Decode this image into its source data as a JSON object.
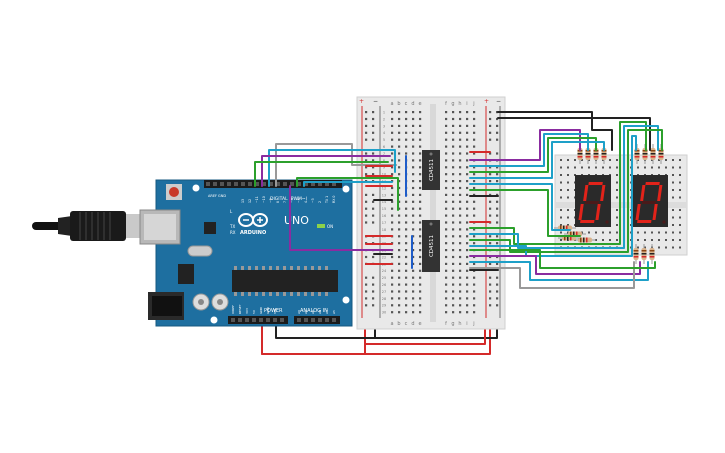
{
  "arduino": {
    "brand": "ARDUINO",
    "model": "UNO",
    "digital_header": "DIGITAL (PWM~)",
    "power_label": "POWER",
    "analog_label": "ANALOG IN",
    "aref_label": "AREF",
    "gnd_label": "GND",
    "tx_label": "TX",
    "rx_label": "RX",
    "l_label": "L",
    "on_label": "ON",
    "power_pins": [
      "IOREF",
      "RESET",
      "3V3",
      "5V",
      "GND",
      "GND",
      "VIN"
    ],
    "analog_pins": [
      "A0",
      "A1",
      "A2",
      "A3",
      "A4",
      "A5"
    ],
    "digital_pins": [
      "13",
      "12",
      "~11",
      "~10",
      "~9",
      "8",
      "7",
      "~6",
      "~5",
      "4",
      "~3",
      "2",
      "TX 1",
      "RX 0"
    ]
  },
  "breadboard_main": {
    "columns_left": [
      "a",
      "b",
      "c",
      "d",
      "e"
    ],
    "columns_right": [
      "f",
      "g",
      "h",
      "i",
      "j"
    ],
    "plus": "+",
    "minus": "−",
    "row_numbers": [
      "1",
      "2",
      "3",
      "4",
      "5",
      "6",
      "7",
      "8",
      "9",
      "10",
      "11",
      "12",
      "13",
      "14",
      "15",
      "16",
      "17",
      "18",
      "19",
      "20",
      "21",
      "22",
      "23",
      "24",
      "25",
      "26",
      "27",
      "28",
      "29",
      "30"
    ]
  },
  "ics": [
    {
      "label": "CD4511"
    },
    {
      "label": "CD4511"
    }
  ],
  "displays": [
    {
      "digit": "0"
    },
    {
      "digit": "0"
    }
  ],
  "colors": {
    "arduino_board": "#1e6fa0",
    "breadboard": "#e9e9e9",
    "ic_body": "#333333",
    "segment_on": "#e2231a",
    "segment_off": "#4a1a1a",
    "resistor_body": "#d9b38c"
  }
}
